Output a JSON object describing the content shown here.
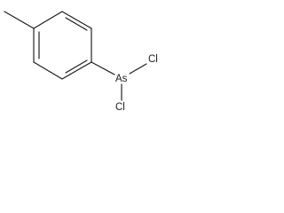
{
  "molecule": {
    "atoms": {
      "arsenic": "As",
      "chlorine_right": "Cl",
      "chlorine_bottom": "Cl"
    }
  },
  "colors": {
    "bond": "#1a1a1a",
    "background": "#ffffff"
  }
}
